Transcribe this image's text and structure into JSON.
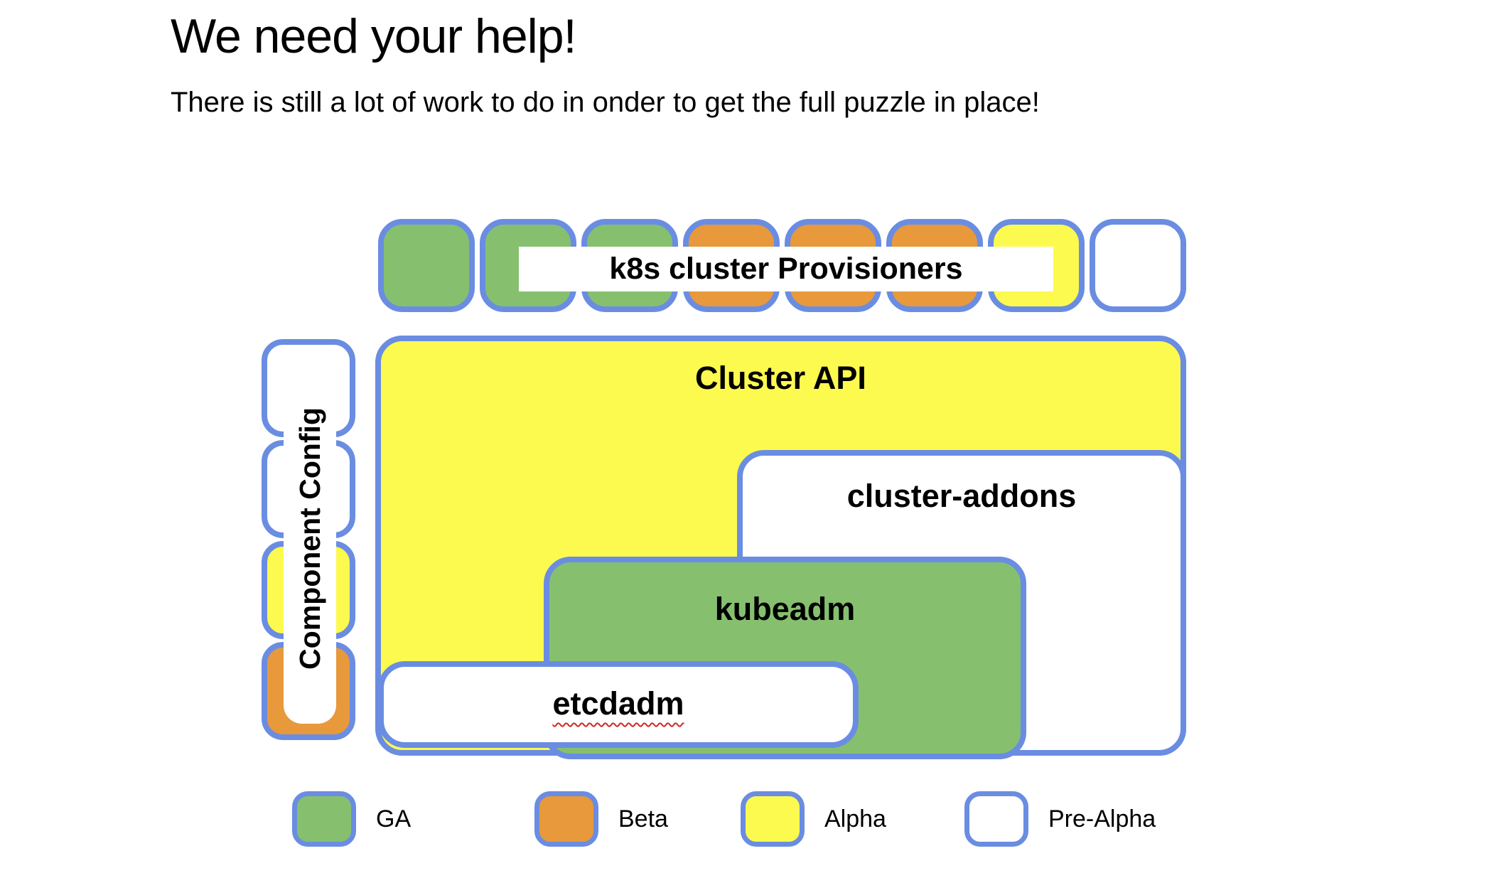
{
  "slide": {
    "title": "We need your help!",
    "subtitle": "There is still a lot of work to do in onder to get the full puzzle in place!"
  },
  "palette": {
    "ga_green": "#86C06F",
    "beta_orange": "#E8993C",
    "alpha_yellow": "#FDFA4F",
    "pre_alpha_white": "#FFFFFF",
    "border_blue": "#6A8DE2"
  },
  "diagram": {
    "provisioners": {
      "label": "k8s cluster Provisioners",
      "squares": [
        {
          "status": "GA",
          "color": "#86C06F"
        },
        {
          "status": "GA",
          "color": "#86C06F"
        },
        {
          "status": "GA",
          "color": "#86C06F"
        },
        {
          "status": "Beta",
          "color": "#E8993C"
        },
        {
          "status": "Beta",
          "color": "#E8993C"
        },
        {
          "status": "Beta",
          "color": "#E8993C"
        },
        {
          "status": "Alpha",
          "color": "#FDFA4F"
        },
        {
          "status": "Pre-Alpha",
          "color": "#FFFFFF"
        }
      ]
    },
    "component_config": {
      "label": "Component Config",
      "squares": [
        {
          "status": "Pre-Alpha",
          "color": "#FFFFFF"
        },
        {
          "status": "Pre-Alpha",
          "color": "#FFFFFF"
        },
        {
          "status": "Alpha",
          "color": "#FDFA4F"
        },
        {
          "status": "Beta",
          "color": "#E8993C"
        }
      ]
    },
    "boxes": {
      "cluster_api": {
        "label": "Cluster API",
        "status": "Alpha",
        "color": "#FDFA4F"
      },
      "cluster_addons": {
        "label": "cluster-addons",
        "status": "Pre-Alpha",
        "color": "#FFFFFF"
      },
      "kubeadm": {
        "label": "kubeadm",
        "status": "GA",
        "color": "#86C06F"
      },
      "etcdadm": {
        "label": "etcdadm",
        "status": "Pre-Alpha",
        "color": "#FFFFFF"
      }
    }
  },
  "legend": {
    "items": [
      {
        "label": "GA",
        "color": "#86C06F"
      },
      {
        "label": "Beta",
        "color": "#E8993C"
      },
      {
        "label": "Alpha",
        "color": "#FDFA4F"
      },
      {
        "label": "Pre-Alpha",
        "color": "#FFFFFF"
      }
    ]
  }
}
